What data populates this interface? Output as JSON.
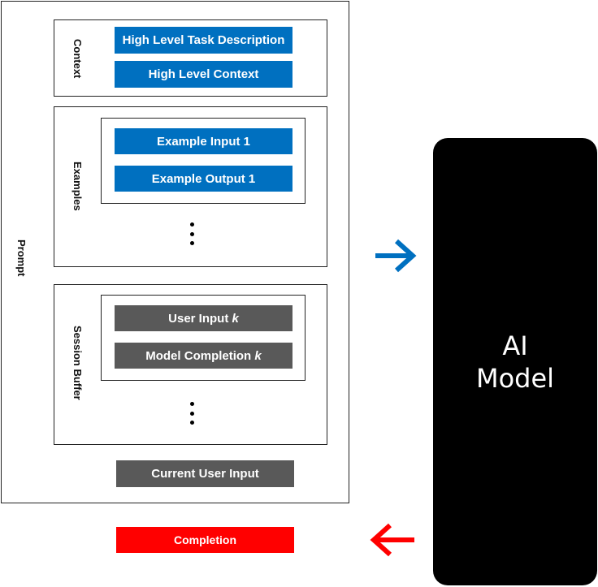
{
  "prompt": {
    "label": "Prompt"
  },
  "context": {
    "label": "Context",
    "items": [
      "High Level Task Description",
      "High Level Context"
    ]
  },
  "examples": {
    "label": "Examples",
    "items": [
      "Example Input 1",
      "Example Output 1"
    ]
  },
  "session": {
    "label": "Session Buffer",
    "user_input_prefix": "User Input ",
    "model_completion_prefix": "Model Completion ",
    "index_var": "k"
  },
  "current_user_input": "Current User Input",
  "completion": "Completion",
  "model": {
    "line1": "AI",
    "line2": "Model"
  },
  "colors": {
    "blue": "#0070c0",
    "gray": "#595959",
    "red": "#ff0000",
    "model": "#000000"
  },
  "icons": {
    "input_arrow": "arrow-right-icon",
    "output_arrow": "arrow-left-icon"
  }
}
